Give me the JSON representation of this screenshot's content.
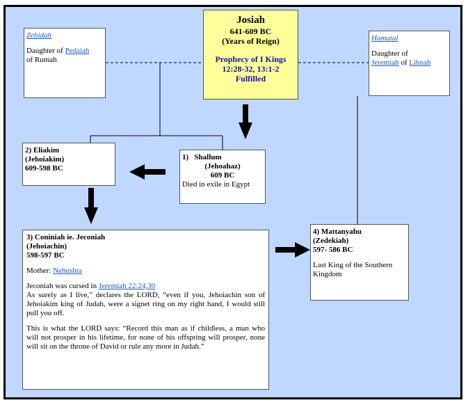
{
  "josiah": {
    "name": "Josiah",
    "years": "641-609 BC",
    "reign_label": "(Years of Reign)",
    "prophecy_line1": "Prophecy of I Kings",
    "prophecy_line2": "12:28-32, 13:1-2",
    "prophecy_line3": "Fulfilled"
  },
  "zebidah": {
    "name": "Zebidah",
    "desc_prefix": "Daughter of",
    "father_link": "Pedaiah",
    "desc_suffix": "of Rumah"
  },
  "hamutal": {
    "name": "Hamutal",
    "desc_prefix": "Daughter of",
    "father_link": "Jeremiah",
    "connector": "of",
    "place_link": "Libnah"
  },
  "eliakim": {
    "title": "2) Eliakim",
    "alias": "(Jehoiakim)",
    "years": "609-598 BC"
  },
  "shallum": {
    "title": "1)   Shallum",
    "alias": "(Jehoahaz)",
    "years": "609 BC",
    "note": "Died in exile in Egypt"
  },
  "jeconiah": {
    "title": "3) Coniniah ie. Jeconiah",
    "alias": "(Jehoiachin)",
    "years": "598-597 BC",
    "mother_label": "Mother:",
    "mother_link": "Nehushta",
    "curse_prefix": "Jeconiah was cursed in",
    "curse_link": "Jeremiah 22:24,30",
    "quote1": "As surely as I live,” declares the LORD, “even if you, Jehoiachin son of Jehoiakim king of Judah, were a signet ring on my right hand, I would still pull you off.",
    "quote2": "This is what the LORD says: “Record this man as if childless, a man who will not prosper in his lifetime, for none of his offspring will prosper, none will sit on the throne of David or rule any more in Judah.”"
  },
  "mattanyahu": {
    "title": "4) Mattanyahu",
    "alias": "(Zedekiah)",
    "years": "597- 586 BC",
    "note": "Last King of the Southern Kingdom"
  },
  "colors": {
    "background": "#c0d8ff",
    "josiah_box": "#ffff99",
    "link": "#1a55d6",
    "prophecy_text": "#1010b0"
  }
}
